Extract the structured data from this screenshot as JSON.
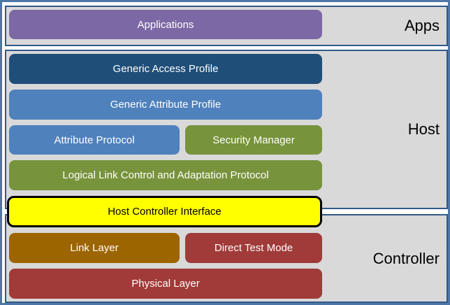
{
  "colors": {
    "canvas_border": "#4E76A7",
    "panel_fill": "#D9D9D9",
    "panel_border": "#31598A",
    "purple": "#7C68A4",
    "dark_blue": "#1F4E79",
    "medium_blue": "#4F81BD",
    "green": "#77933C",
    "yellow": "#FFFF00",
    "gold": "#9C6500",
    "dark_red": "#A03B39"
  },
  "sections": {
    "apps": {
      "label": "Apps"
    },
    "host": {
      "label": "Host"
    },
    "controller": {
      "label": "Controller"
    }
  },
  "boxes": {
    "applications": {
      "label": "Applications",
      "color": "purple"
    },
    "gap": {
      "label": "Generic Access Profile",
      "color": "dark_blue"
    },
    "gatt": {
      "label": "Generic Attribute Profile",
      "color": "medium_blue"
    },
    "att": {
      "label": "Attribute Protocol",
      "color": "medium_blue"
    },
    "sm": {
      "label": "Security Manager",
      "color": "green"
    },
    "l2cap": {
      "label": "Logical Link Control and Adaptation Protocol",
      "color": "green"
    },
    "hci": {
      "label": "Host Controller Interface",
      "color": "yellow"
    },
    "link_layer": {
      "label": "Link Layer",
      "color": "gold"
    },
    "dtm": {
      "label": "Direct Test Mode",
      "color": "dark_red"
    },
    "phy": {
      "label": "Physical Layer",
      "color": "dark_red"
    }
  }
}
